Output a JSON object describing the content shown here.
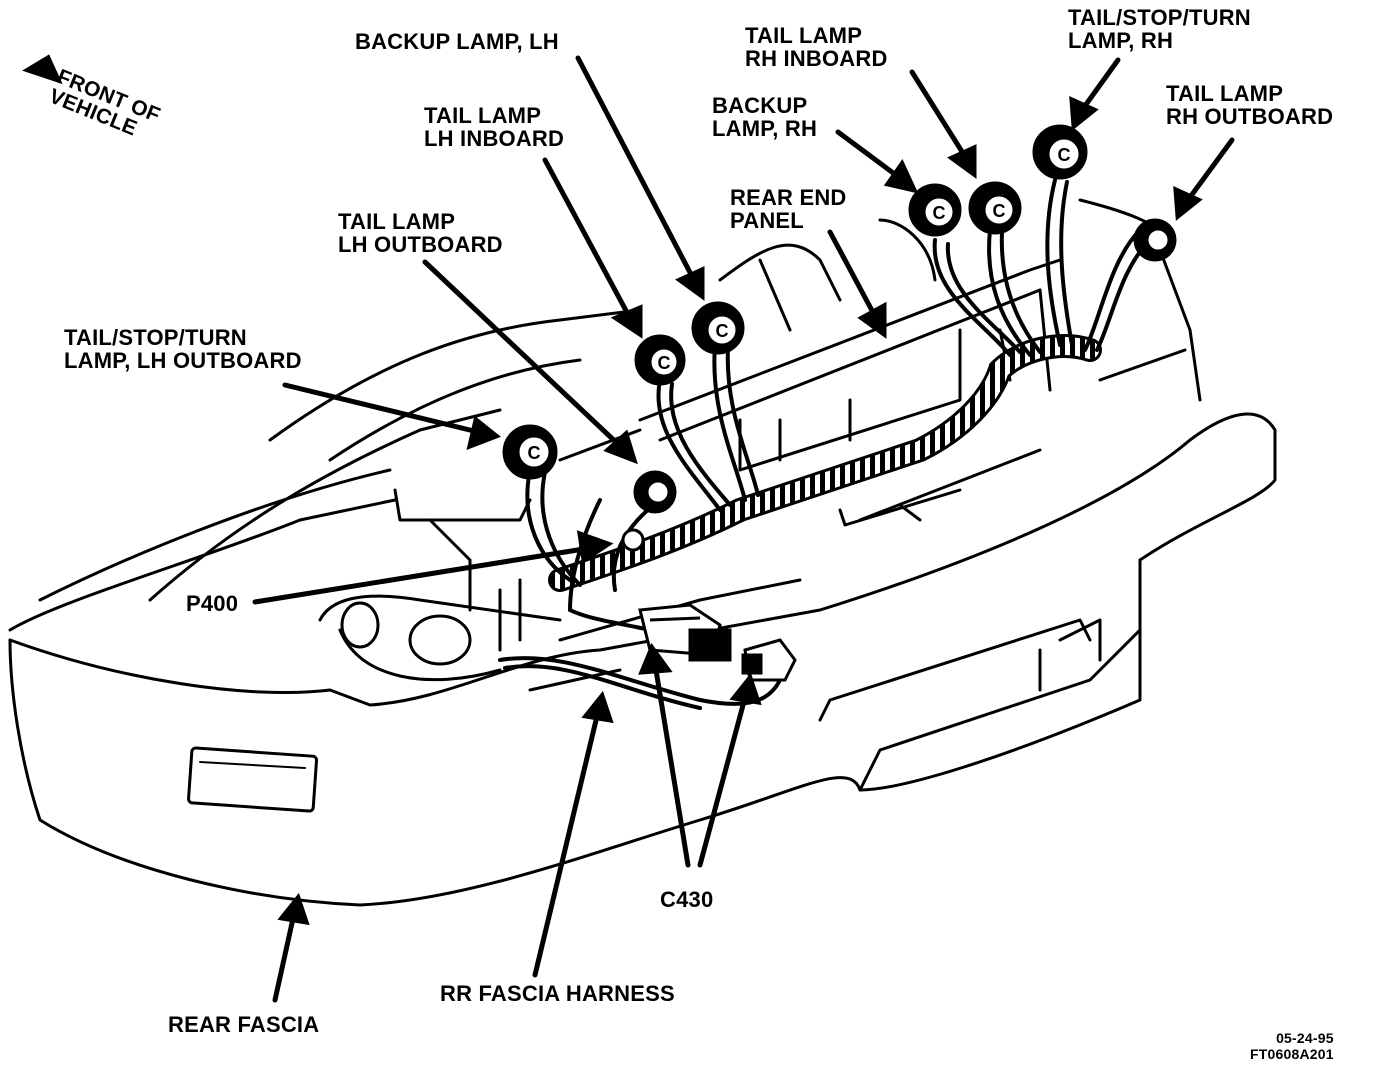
{
  "front_of_vehicle": [
    "FRONT OF",
    "VEHICLE"
  ],
  "labels": {
    "backup_lamp_lh": [
      "BACKUP LAMP, LH"
    ],
    "tail_lamp_lh_inboard": [
      "TAIL LAMP",
      "LH INBOARD"
    ],
    "tail_lamp_lh_outboard": [
      "TAIL LAMP",
      "LH OUTBOARD"
    ],
    "tail_stop_turn_lh_outboard": [
      "TAIL/STOP/TURN",
      "LAMP, LH OUTBOARD"
    ],
    "tail_lamp_rh_inboard": [
      "TAIL LAMP",
      "RH INBOARD"
    ],
    "backup_lamp_rh": [
      "BACKUP",
      "LAMP, RH"
    ],
    "tail_stop_turn_rh": [
      "TAIL/STOP/TURN",
      "LAMP, RH"
    ],
    "tail_lamp_rh_outboard": [
      "TAIL LAMP",
      "RH OUTBOARD"
    ],
    "rear_end_panel": [
      "REAR END",
      "PANEL"
    ],
    "p400": [
      "P400"
    ],
    "c430": [
      "C430"
    ],
    "rr_fascia_harness": [
      "RR FASCIA HARNESS"
    ],
    "rear_fascia": [
      "REAR FASCIA"
    ]
  },
  "socket_marker": "C",
  "footer": {
    "date": "05-24-95",
    "figure_id": "FT0608A201"
  }
}
